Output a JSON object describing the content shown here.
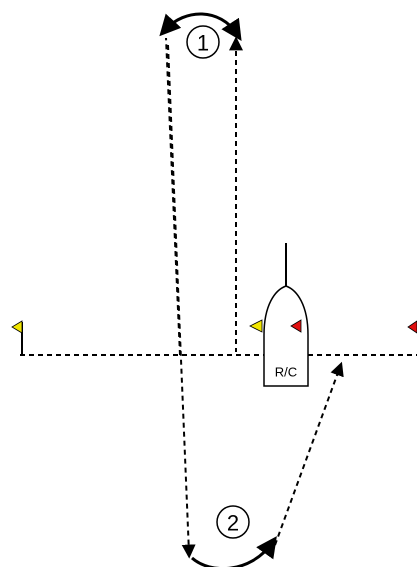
{
  "marks": [
    {
      "label": "1"
    },
    {
      "label": "2"
    }
  ],
  "committee_boat": {
    "label": "R/C"
  },
  "colors": {
    "line": "#000000",
    "yellow_flag": "#f2e600",
    "red_flag": "#e01010",
    "background": "#ffffff"
  }
}
